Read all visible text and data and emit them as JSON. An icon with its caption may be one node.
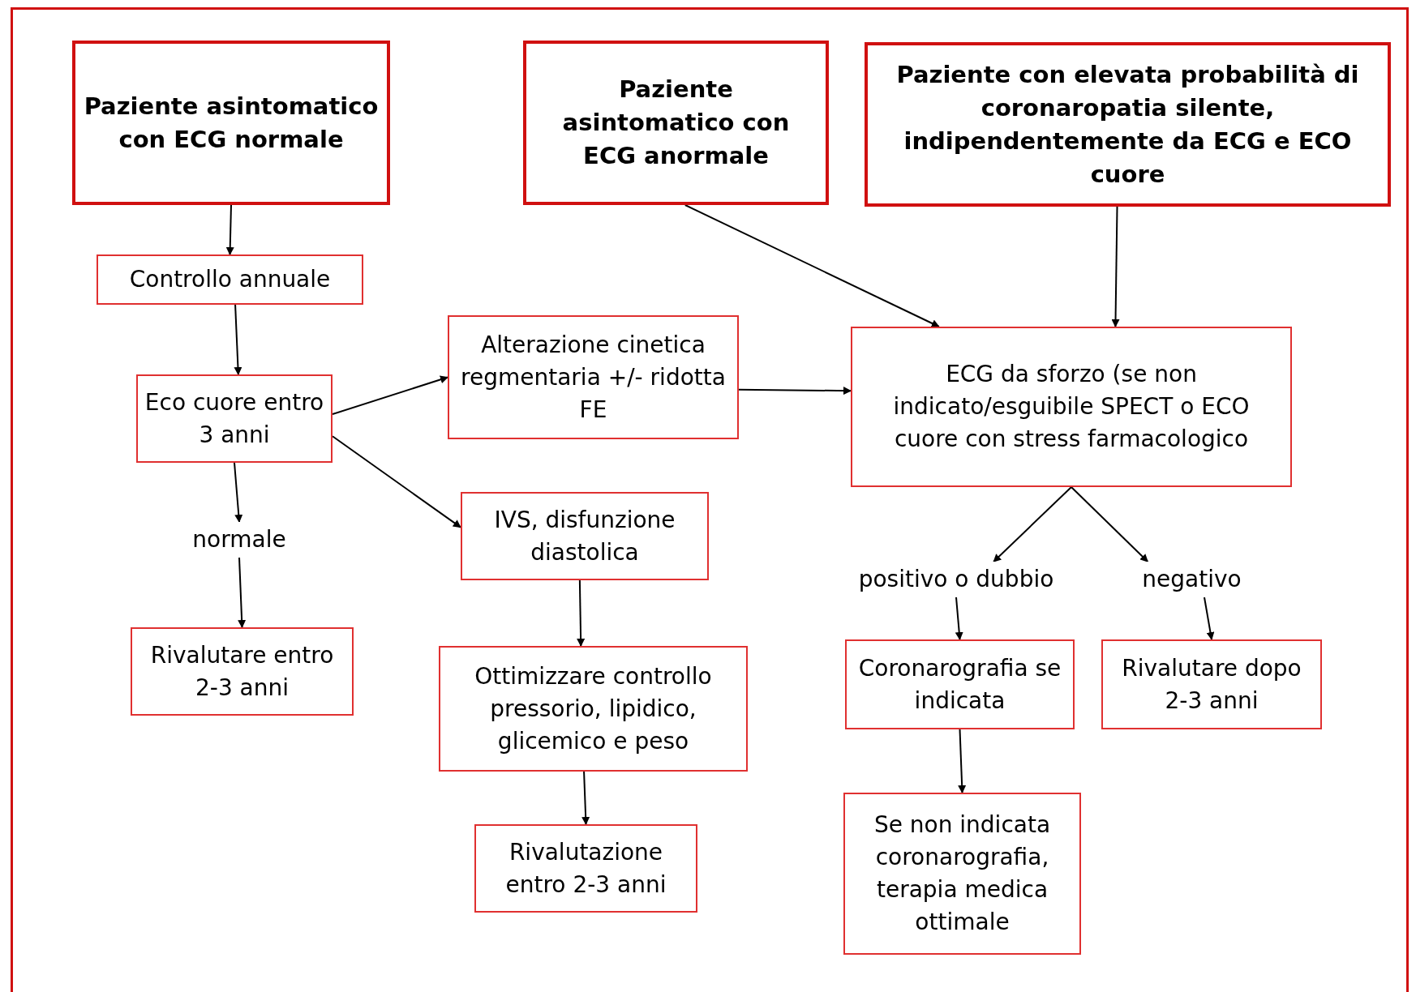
{
  "diagram": {
    "nodes": [
      {
        "text": [
          "Paziente asintomatico con ECG normale"
        ]
      },
      {
        "text": [
          "Paziente asintomatico con ECG anormale"
        ]
      },
      {
        "text": [
          "Paziente con elevata probabilità di coronaropatia silente, indipendentemente da ECG e ECO cuore"
        ]
      },
      {
        "text": [
          "Controllo annuale"
        ]
      },
      {
        "text": [
          "Eco cuore entro 3 anni"
        ]
      },
      {
        "text": [
          "Alterazione cinetica regmentaria +/- ridotta FE"
        ]
      },
      {
        "text": [
          "ECG da sforzo (se non indicato/esguibile SPECT o ECO cuore con stress farmacologico"
        ]
      },
      {
        "text": [
          "IVS, disfunzione diastolica"
        ]
      },
      {
        "text": [
          "normale"
        ]
      },
      {
        "text": [
          "positivo o dubbio"
        ]
      },
      {
        "text": [
          "negativo"
        ]
      },
      {
        "text": [
          "Rivalutare entro 2-3 anni"
        ]
      },
      {
        "text": [
          "Ottimizzare controllo pressorio, lipidico, glicemico e peso"
        ]
      },
      {
        "text": [
          "Coronarografia se indicata"
        ]
      },
      {
        "text": [
          "Rivalutare dopo 2-3 anni"
        ]
      },
      {
        "text": [
          "Rivalutazione entro 2-3 anni"
        ]
      },
      {
        "text": [
          "Se non indicata coronarografia, terapia medica ottimale"
        ]
      }
    ],
    "edges": [
      {
        "from": 0,
        "to": 3,
        "arrow": "to"
      },
      {
        "from": 3,
        "to": 4,
        "arrow": "to"
      },
      {
        "from": 4,
        "to": 5,
        "arrow": "to"
      },
      {
        "from": 4,
        "to": 7,
        "arrow": "to"
      },
      {
        "from": 4,
        "to": 8,
        "arrow": "to"
      },
      {
        "from": 8,
        "to": 11,
        "arrow": "to"
      },
      {
        "from": 1,
        "to": 6,
        "arrow": "to"
      },
      {
        "from": 2,
        "to": 6,
        "arrow": "to"
      },
      {
        "from": 5,
        "to": 6,
        "arrow": "to"
      },
      {
        "from": 6,
        "to": 9,
        "arrow": "to"
      },
      {
        "from": 6,
        "to": 10,
        "arrow": "to"
      },
      {
        "from": 9,
        "to": 13,
        "arrow": "to"
      },
      {
        "from": 10,
        "to": 14,
        "arrow": "to"
      },
      {
        "from": 13,
        "to": 16,
        "arrow": "to"
      },
      {
        "from": 7,
        "to": 12,
        "arrow": "to"
      },
      {
        "from": 12,
        "to": 15,
        "arrow": "to"
      }
    ]
  }
}
